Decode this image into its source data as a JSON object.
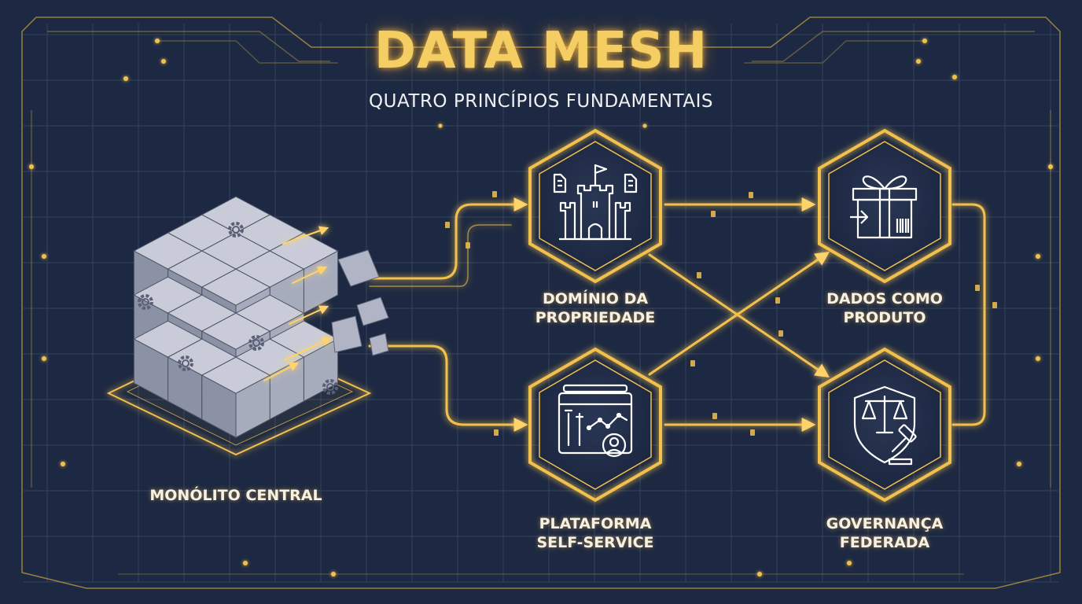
{
  "title": "DATA MESH",
  "subtitle": "QUATRO PRINCÍPIOS FUNDAMENTAIS",
  "colors": {
    "background": "#1d2942",
    "grid": "#34435f",
    "gold": "#f2c14e",
    "label": "#f6f1e4"
  },
  "source": {
    "label": "MONÓLITO CENTRAL",
    "icon": "fragmenting-cube-icon"
  },
  "principles": [
    {
      "lines": [
        "DOMÍNIO DA",
        "PROPRIEDADE"
      ],
      "icon": "castle-icon"
    },
    {
      "lines": [
        "DADOS COMO",
        "PRODUTO"
      ],
      "icon": "gift-box-icon"
    },
    {
      "lines": [
        "PLATAFORMA",
        "SELF-SERVICE"
      ],
      "icon": "dashboard-tools-icon"
    },
    {
      "lines": [
        "GOVERNANÇA",
        "FEDERADA"
      ],
      "icon": "shield-scale-gavel-icon"
    }
  ]
}
